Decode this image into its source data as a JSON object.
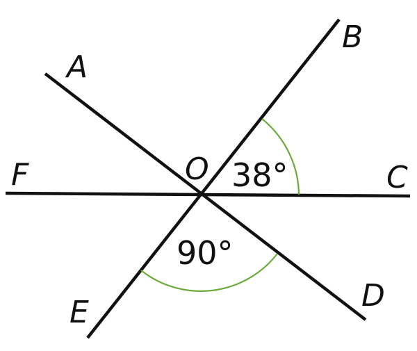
{
  "diagram": {
    "points": {
      "A": "A",
      "B": "B",
      "C": "C",
      "D": "D",
      "E": "E",
      "F": "F",
      "O": "O"
    },
    "angles": {
      "boc": "38°",
      "eod": "90°"
    },
    "colors": {
      "lines": "#111111",
      "arcs": "#6aaa3a"
    }
  }
}
